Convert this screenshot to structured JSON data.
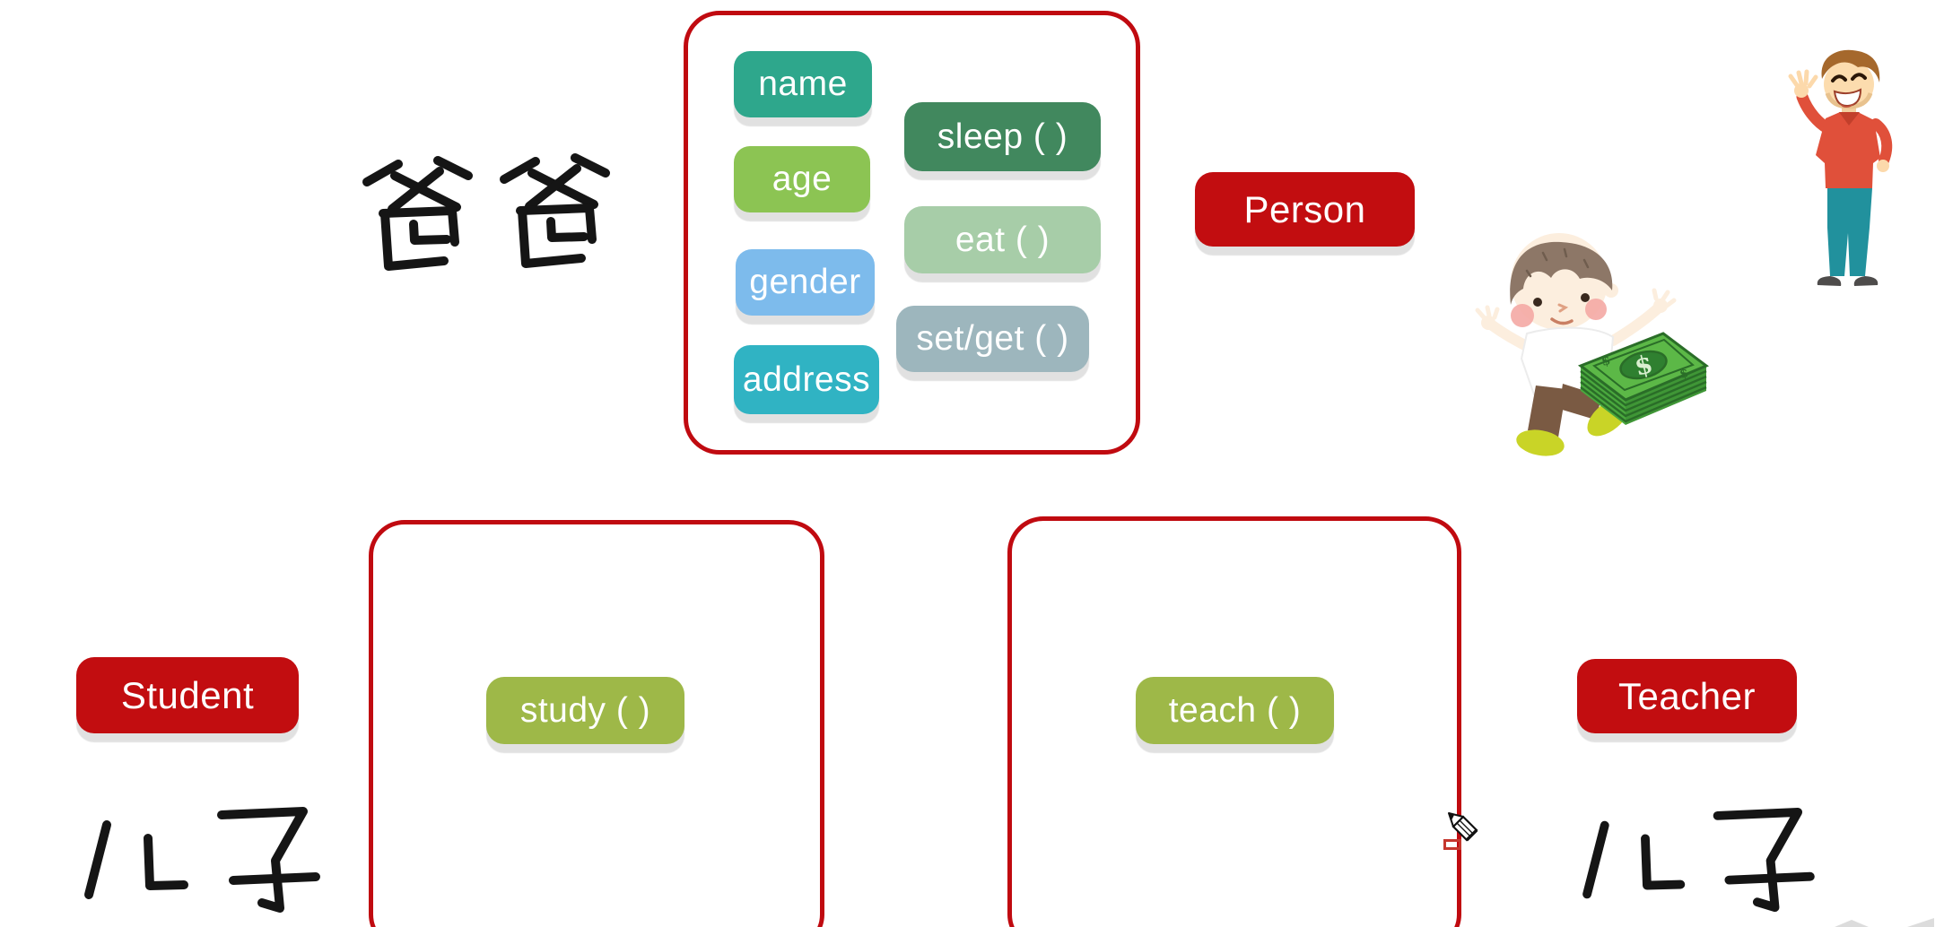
{
  "scene": {
    "background": "#ffffff",
    "description": "OOP inheritance diagram: parent class Person (attributes + methods) with child classes Student and Teacher"
  },
  "person_class": {
    "name_label": "Person",
    "pill_color": "#c20d10",
    "attributes": [
      {
        "label": "name",
        "color": "#2ea78c"
      },
      {
        "label": "age",
        "color": "#8cc453"
      },
      {
        "label": "gender",
        "color": "#7dbbec"
      },
      {
        "label": "address",
        "color": "#30b3c3"
      }
    ],
    "methods": [
      {
        "label": "sleep ( )",
        "color": "#41885e"
      },
      {
        "label": "eat ( )",
        "color": "#a7cda8"
      },
      {
        "label": "set/get ( )",
        "color": "#9db6bd"
      }
    ]
  },
  "student_class": {
    "name_label": "Student",
    "pill_color": "#c20d10",
    "methods": [
      {
        "label": "study ( )",
        "color": "#9eb848"
      }
    ]
  },
  "teacher_class": {
    "name_label": "Teacher",
    "pill_color": "#c20d10",
    "methods": [
      {
        "label": "teach ( )",
        "color": "#9eb848"
      }
    ]
  },
  "hanzi": {
    "father": "爸爸",
    "son_left": "儿子",
    "son_right": "儿子",
    "ink": "#151515"
  },
  "illustrations": {
    "man": "waving-man-cartoon",
    "boy": "boy-with-money-cartoon",
    "dollar_sign": "$"
  },
  "cursor": {
    "shape": "pencil"
  },
  "frame_border_color": "#c00a10"
}
